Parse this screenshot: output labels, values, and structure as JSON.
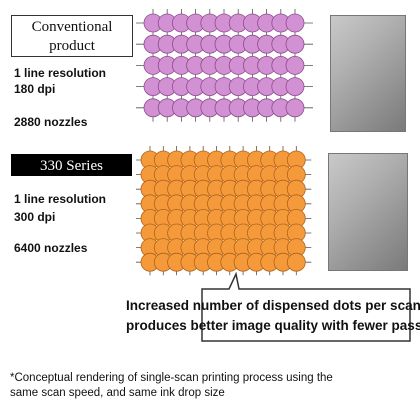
{
  "conventional": {
    "label": "Conventional product",
    "line1": "1 line resolution",
    "line2": "180 dpi",
    "nozzles": "2880 nozzles",
    "dot_color": "#d291d2",
    "dot_stroke": "#8e4c8e",
    "dot_columns": 11,
    "dot_rows": 5
  },
  "series330": {
    "label": "330 Series",
    "line1": "1 line resolution",
    "line2": "300 dpi",
    "nozzles": "6400 nozzles",
    "dot_color": "#f59a3a",
    "dot_stroke": "#b2621a",
    "dot_columns": 12,
    "dot_rows": 8
  },
  "callout": {
    "line1": "Increased number of dispensed dots per scan",
    "line2": "produces better image quality with fewer passes"
  },
  "footnote": {
    "line1": "*Conceptual rendering of single-scan printing process using the",
    "line2": "same scan speed, and same ink drop size"
  }
}
